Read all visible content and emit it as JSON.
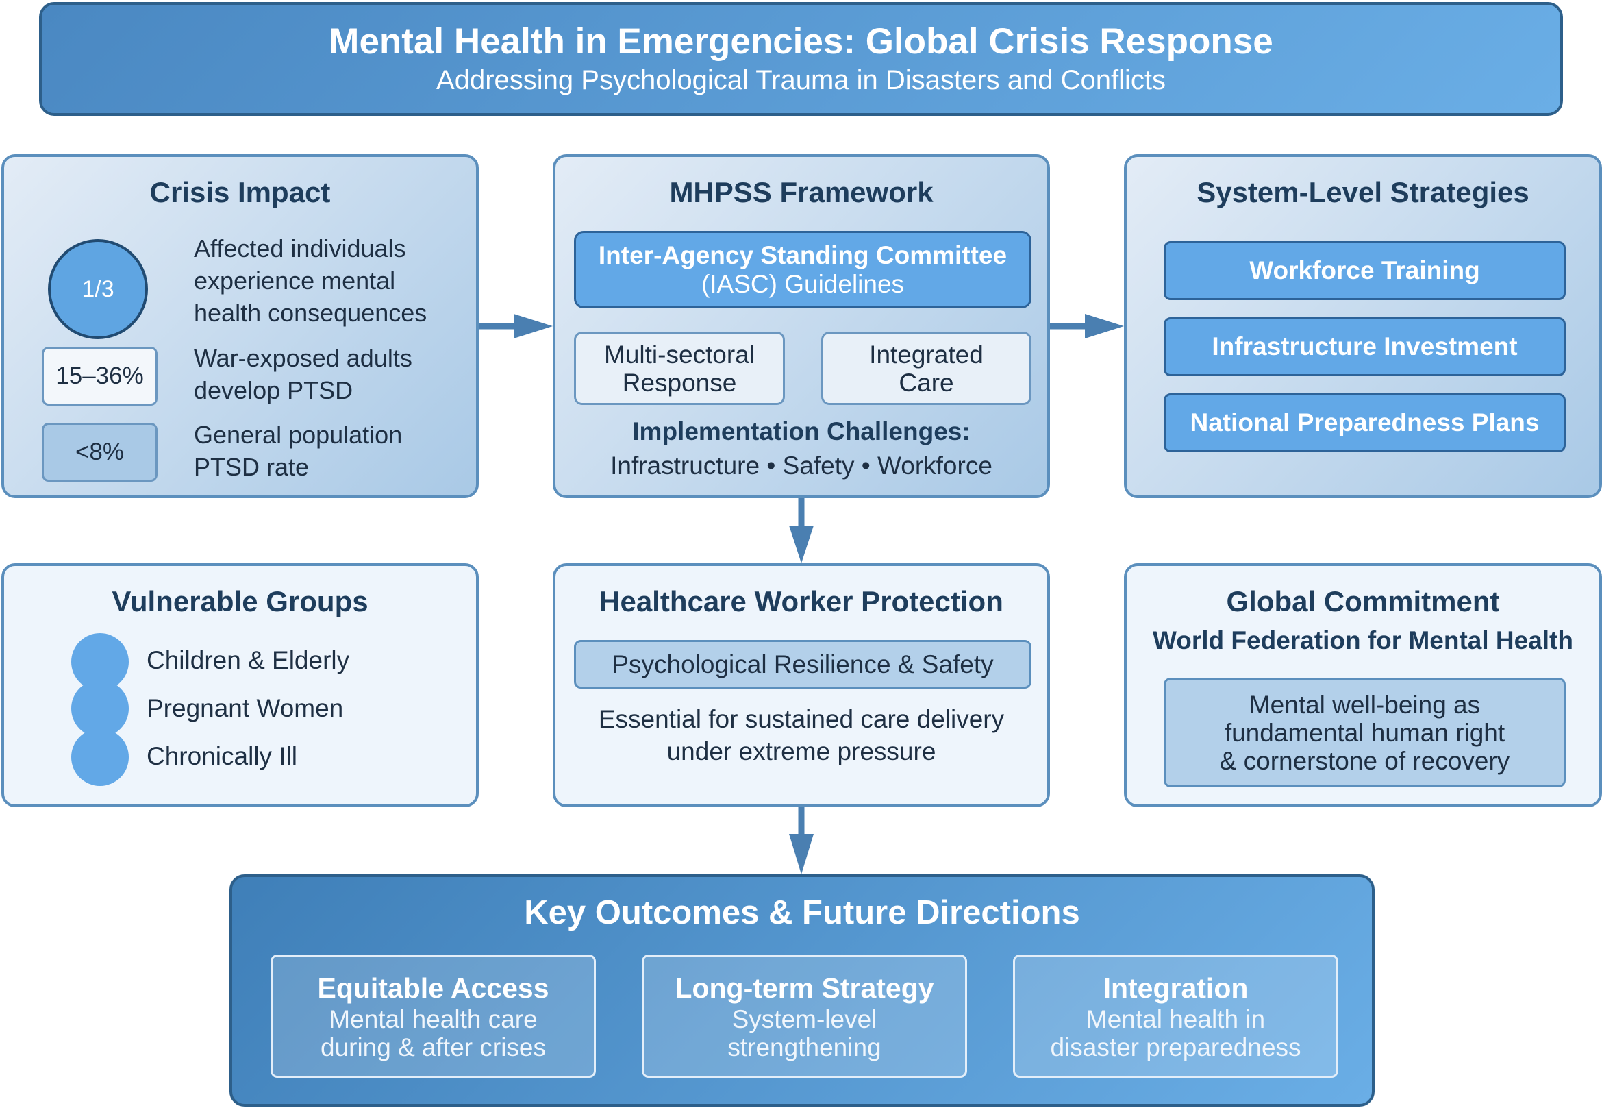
{
  "header": {
    "title": "Mental Health in Emergencies: Global Crisis Response",
    "subtitle": "Addressing Psychological Trauma in Disasters and Conflicts"
  },
  "crisis_impact": {
    "title": "Crisis Impact",
    "stats": [
      {
        "value": "1/3",
        "line1": "Affected individuals",
        "line2": "experience mental",
        "line3": "health consequences"
      },
      {
        "value": "15–36%",
        "line1": "War-exposed adults",
        "line2": "develop PTSD"
      },
      {
        "value": "<8%",
        "line1": "General population",
        "line2": "PTSD rate"
      }
    ]
  },
  "mhpss": {
    "title": "MHPSS Framework",
    "iasc_line1": "Inter-Agency Standing Committee",
    "iasc_line2": "(IASC) Guidelines",
    "box_left_line1": "Multi-sectoral",
    "box_left_line2": "Response",
    "box_right_line1": "Integrated",
    "box_right_line2": "Care",
    "challenges_title": "Implementation Challenges:",
    "challenges_text": "Infrastructure • Safety • Workforce"
  },
  "strategies": {
    "title": "System-Level Strategies",
    "items": [
      "Workforce Training",
      "Infrastructure Investment",
      "National Preparedness Plans"
    ]
  },
  "vulnerable": {
    "title": "Vulnerable Groups",
    "items": [
      "Children & Elderly",
      "Pregnant Women",
      "Chronically Ill"
    ]
  },
  "healthcare": {
    "title": "Healthcare Worker Protection",
    "box": "Psychological Resilience & Safety",
    "line1": "Essential for sustained care delivery",
    "line2": "under extreme pressure"
  },
  "global": {
    "title": "Global Commitment",
    "subtitle": "World Federation for Mental Health",
    "line1": "Mental well-being as",
    "line2": "fundamental human right",
    "line3": "& cornerstone of recovery"
  },
  "outcomes": {
    "title": "Key Outcomes & Future Directions",
    "cards": [
      {
        "heading": "Equitable Access",
        "line1": "Mental health care",
        "line2": "during & after crises"
      },
      {
        "heading": "Long-term Strategy",
        "line1": "System-level",
        "line2": "strengthening"
      },
      {
        "heading": "Integration",
        "line1": "Mental health in",
        "line2": "disaster preparedness"
      }
    ]
  },
  "colors": {
    "accent": "#62a8e7",
    "border": "#5b8fbd",
    "dark_blue": "#2d5f8a",
    "text": "#1e2f43"
  }
}
